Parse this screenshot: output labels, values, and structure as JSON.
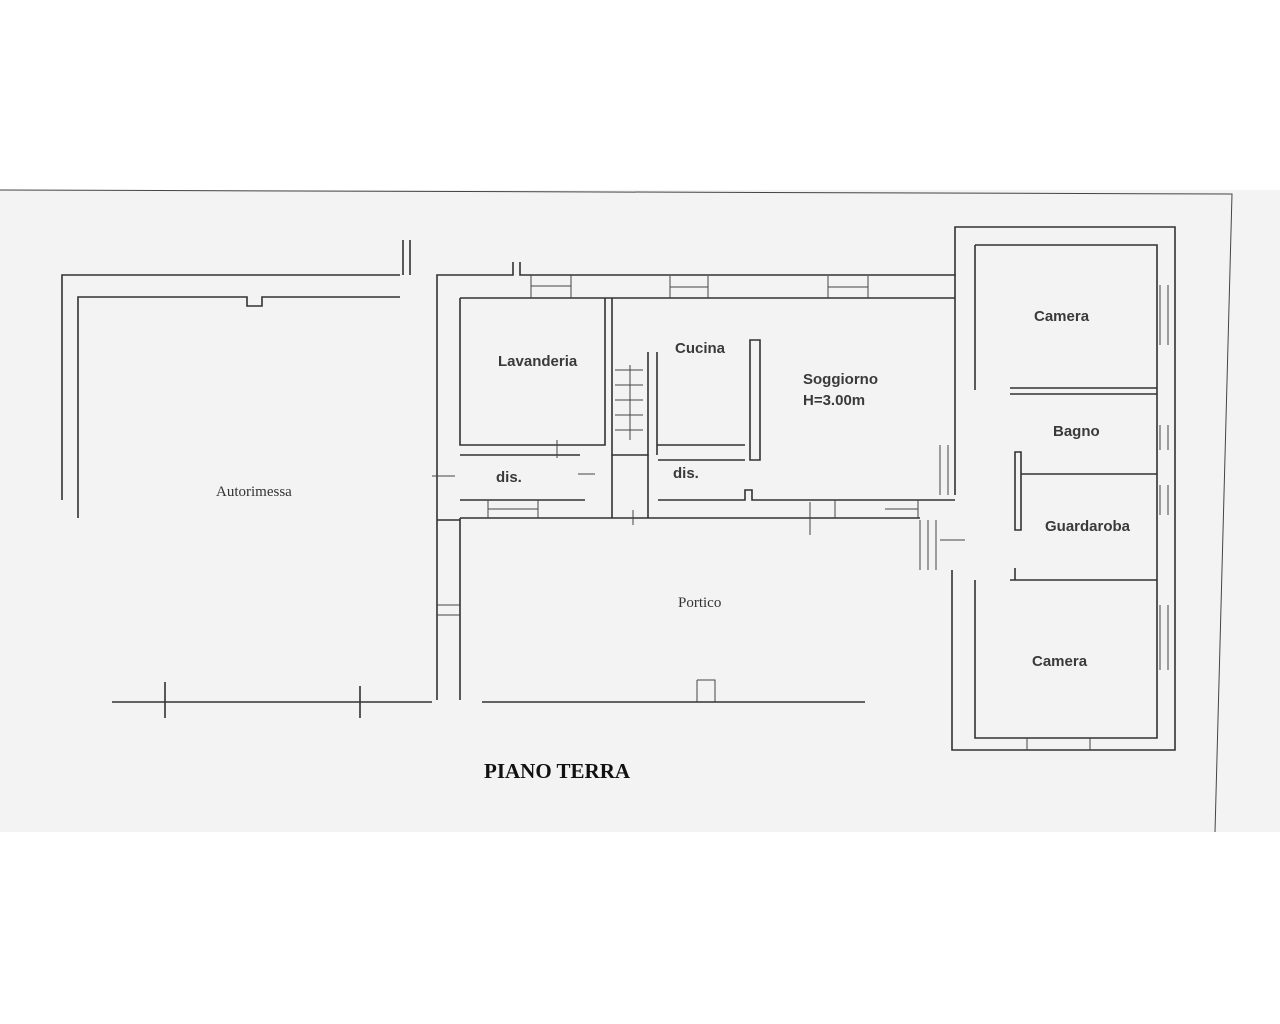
{
  "plan": {
    "title": "PIANO TERRA",
    "rooms": {
      "autorimessa": "Autorimessa",
      "lavanderia": "Lavanderia",
      "cucina": "Cucina",
      "soggiorno": "Soggiorno",
      "soggiorno_height": "H=3.00m",
      "dis_1": "dis.",
      "dis_2": "dis.",
      "portico": "Portico",
      "camera_1": "Camera",
      "bagno": "Bagno",
      "guardaroba": "Guardaroba",
      "camera_2": "Camera"
    }
  }
}
